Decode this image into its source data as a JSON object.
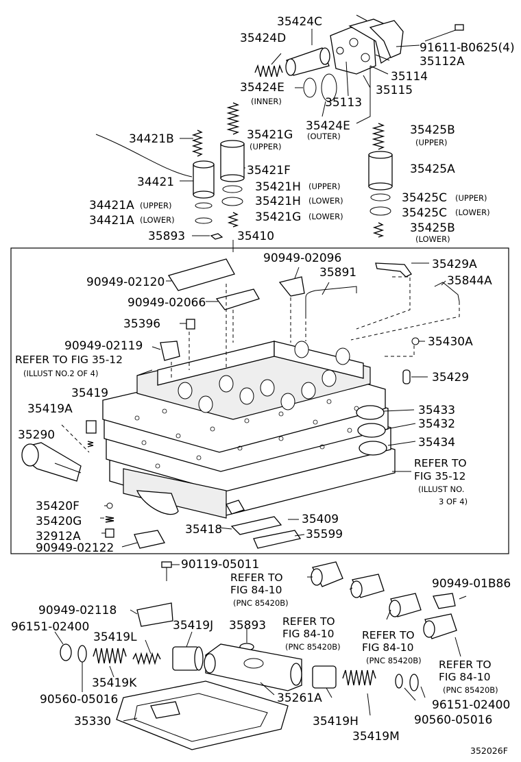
{
  "part_labels": [
    "35424C",
    "35424D",
    "91611-B0625(4)",
    "35112A",
    "35114",
    "35115",
    "35424E",
    "35113",
    "35424E",
    "34421B",
    "35421G",
    "35425B",
    "35421F",
    "34421",
    "35425A",
    "35421H",
    "35421H",
    "35425C",
    "34421A",
    "35425C",
    "34421A",
    "35421G",
    "35425B",
    "35893",
    "35410",
    "90949-02096",
    "35429A",
    "35891",
    "90949-02120",
    "35844A",
    "90949-02066",
    "35396",
    "35430A",
    "90949-02119",
    "35429",
    "35419",
    "35433",
    "35419A",
    "35432",
    "35290",
    "35434",
    "35420F",
    "35409",
    "35420G",
    "35418",
    "35599",
    "32912A",
    "90949-02122",
    "90119-05011",
    "90949-01B86",
    "90949-02118",
    "35419J",
    "35893",
    "96151-02400",
    "35419L",
    "35419K",
    "35261A",
    "90560-05016",
    "35330",
    "35419H",
    "35419M",
    "96151-02400",
    "90560-05016"
  ],
  "notes": [
    "(INNER)",
    "(OUTER)",
    "(UPPER)",
    "(UPPER)",
    "(UPPER)",
    "(UPPER)",
    "(UPPER)",
    "(LOWER)",
    "(LOWER)",
    "(LOWER)",
    "(LOWER)",
    "(LOWER)"
  ],
  "references": {
    "fig_35_12_a": {
      "line1": "REFER TO FIG 35-12",
      "line2": "(ILLUST NO.2 OF 4)"
    },
    "fig_35_12_b": {
      "line1": "REFER TO",
      "line2": "FIG 35-12",
      "line3": "(ILLUST NO.",
      "line4": "3 OF 4)"
    },
    "fig_84_10_a": {
      "line1": "REFER TO",
      "line2": "FIG 84-10",
      "line3": "(PNC 85420B)"
    },
    "fig_84_10_b": {
      "line1": "REFER TO",
      "line2": "FIG 84-10",
      "line3": "(PNC 85420B)"
    },
    "fig_84_10_c": {
      "line1": "REFER TO",
      "line2": "FIG 84-10",
      "line3": "(PNC 85420B)"
    },
    "fig_84_10_d": {
      "line1": "REFER TO",
      "line2": "FIG 84-10",
      "line3": "(PNC 85420B)"
    }
  },
  "diagram_id": "352026F"
}
